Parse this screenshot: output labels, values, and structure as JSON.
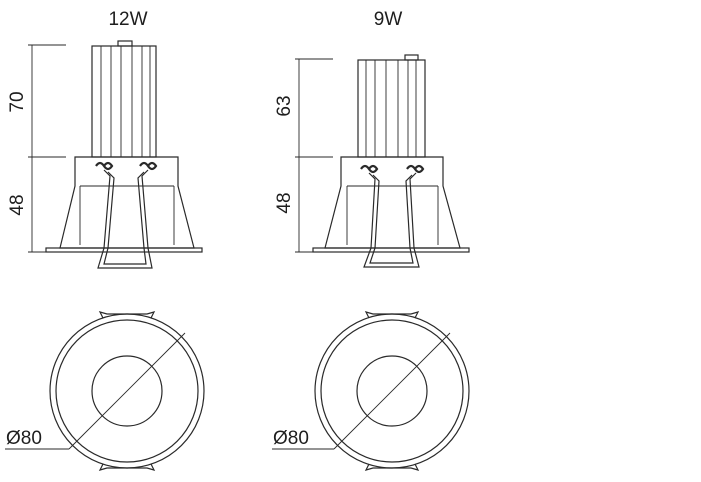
{
  "models": [
    {
      "power": "12W",
      "height_upper": "70",
      "height_lower": "48",
      "diameter": "Ø80"
    },
    {
      "power": "9W",
      "height_upper": "63",
      "height_lower": "48",
      "diameter": "Ø80"
    }
  ],
  "colors": {
    "line": "#2a2a2a",
    "text": "#1e1e1e",
    "background": "#ffffff"
  }
}
